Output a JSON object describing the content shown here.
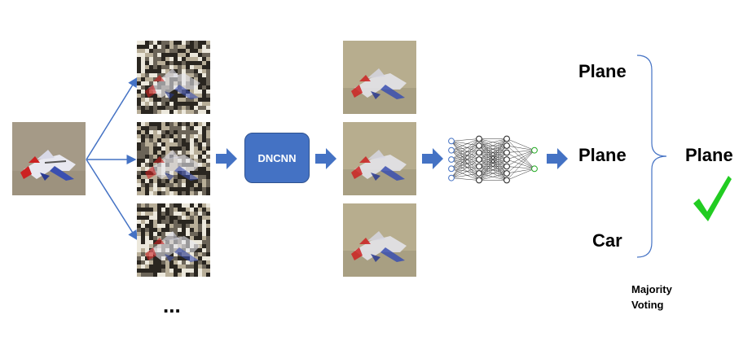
{
  "process": {
    "model_label": "DNCNN",
    "ellipsis": "..."
  },
  "predictions": {
    "items": [
      "Plane",
      "Plane",
      "Car"
    ],
    "result": "Plane",
    "voting_label_line1": "Majority",
    "voting_label_line2": "Voting"
  },
  "colors": {
    "arrow": "#4472c4",
    "check": "#22cc22",
    "network_input": "#4472c4",
    "network_output": "#22aa22"
  }
}
